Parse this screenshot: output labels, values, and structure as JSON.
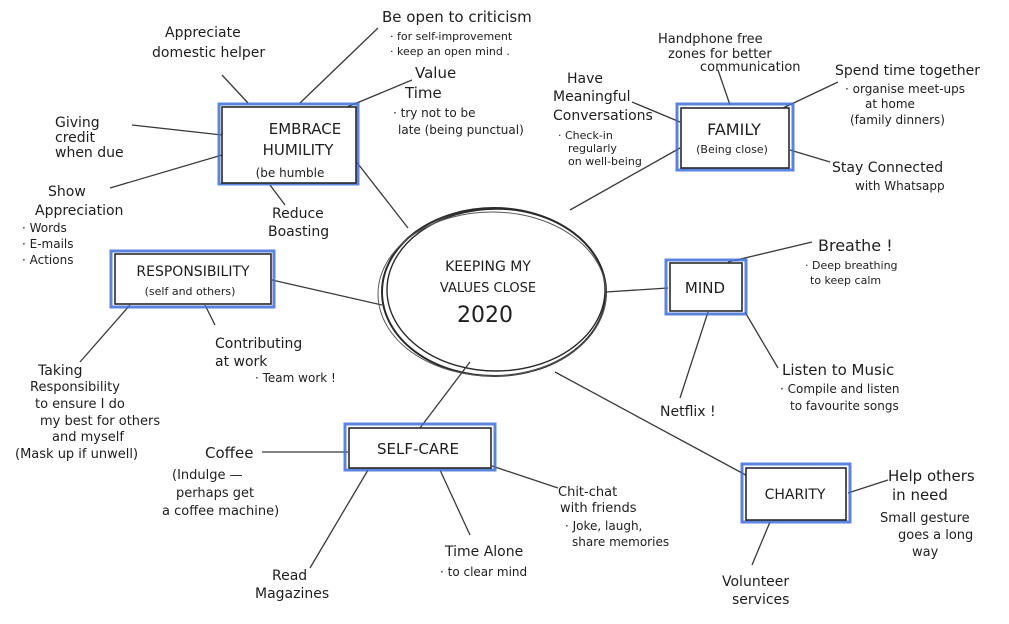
{
  "center": {
    "line1": "KEEPING MY",
    "line2": "VALUES CLOSE",
    "year": "2020"
  },
  "embrace": {
    "title1": "EMBRACE",
    "title2": "HUMILITY",
    "subtitle": "(be humble",
    "appreciate": [
      "Appreciate",
      "domestic helper"
    ],
    "criticism": [
      "Be open to criticism",
      "· for self-improvement",
      "· keep an open mind ."
    ],
    "value_time": [
      "Value",
      "Time",
      "· try not to be",
      "late (being punctual)"
    ],
    "giving_credit": [
      "Giving",
      "credit",
      "when due"
    ],
    "show_appreciation": [
      "Show",
      "Appreciation",
      "· Words",
      "· E-mails",
      "· Actions"
    ],
    "reduce": [
      "Reduce",
      "Boasting"
    ]
  },
  "family": {
    "title": "FAMILY",
    "subtitle": "(Being close)",
    "handphone": [
      "Handphone free",
      "zones for better",
      "communication"
    ],
    "spend_time": [
      "Spend time together",
      "· organise meet-ups",
      "at home",
      "(family dinners)"
    ],
    "meaningful": [
      "Have",
      "Meaningful",
      "Conversations",
      "· Check-in",
      "regularly",
      "on well-being"
    ],
    "connected": [
      "Stay Connected",
      "with Whatsapp"
    ]
  },
  "responsibility": {
    "title": "RESPONSIBILITY",
    "subtitle": "(self and others)",
    "contributing": [
      "Contributing",
      "at work",
      "· Team work !"
    ],
    "taking": [
      "Taking",
      "Responsibility",
      "to ensure I do",
      "my best for others",
      "and myself",
      "(Mask up if unwell)"
    ]
  },
  "mind": {
    "title": "MIND",
    "breathe": [
      "Breathe !",
      "· Deep breathing",
      "to keep calm"
    ],
    "music": [
      "Listen to Music",
      "· Compile and listen",
      "to favourite songs"
    ],
    "netflix": "Netflix !"
  },
  "selfcare": {
    "title": "SELF-CARE",
    "coffee": [
      "Coffee",
      "(Indulge —",
      "perhaps get",
      "a coffee machine)"
    ],
    "read": [
      "Read",
      "Magazines"
    ],
    "alone": [
      "Time Alone",
      "· to clear mind"
    ],
    "chitchat": [
      "Chit-chat",
      "with friends",
      "· Joke, laugh,",
      "share memories"
    ]
  },
  "charity": {
    "title": "CHARITY",
    "help": [
      "Help others",
      "in need"
    ],
    "gesture": [
      "Small gesture",
      "goes a long",
      "way"
    ],
    "volunteer": [
      "Volunteer",
      "services"
    ]
  }
}
